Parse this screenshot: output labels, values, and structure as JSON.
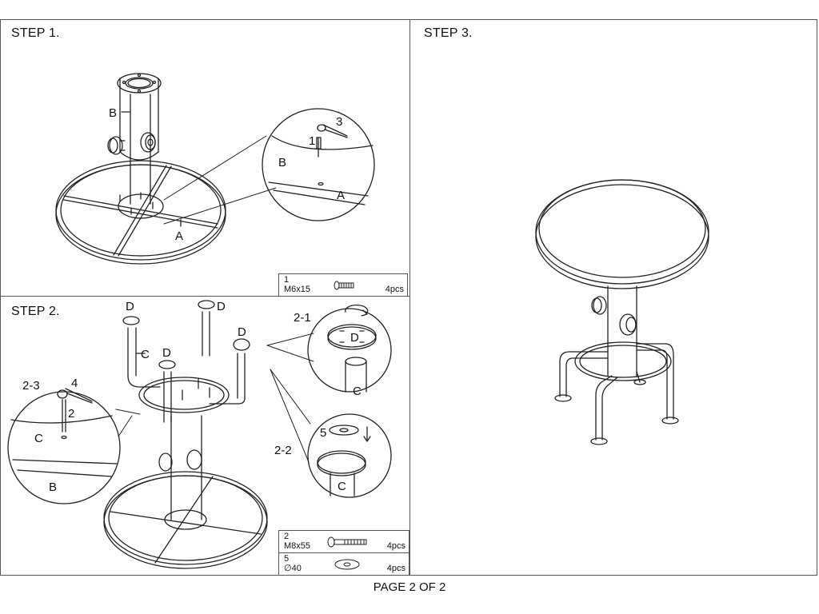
{
  "steps": {
    "step1": "STEP 1.",
    "step2": "STEP 2.",
    "step3": "STEP 3."
  },
  "labels": {
    "A": "A",
    "B": "B",
    "C": "C",
    "D": "D",
    "n1": "1",
    "n2": "2",
    "n3": "3",
    "n4": "4",
    "n5": "5",
    "s2_1": "2-1",
    "s2_2": "2-2",
    "s2_3": "2-3"
  },
  "parts": [
    {
      "number": "1",
      "size": "M6x15",
      "qty": "4pcs",
      "icon": "screw-icon"
    },
    {
      "number": "2",
      "size": "M8x55",
      "qty": "4pcs",
      "icon": "long-bolt-icon"
    },
    {
      "number": "5",
      "size": "∅40",
      "qty": "4pcs",
      "icon": "washer-icon"
    }
  ],
  "footer": "PAGE 2 OF 2"
}
